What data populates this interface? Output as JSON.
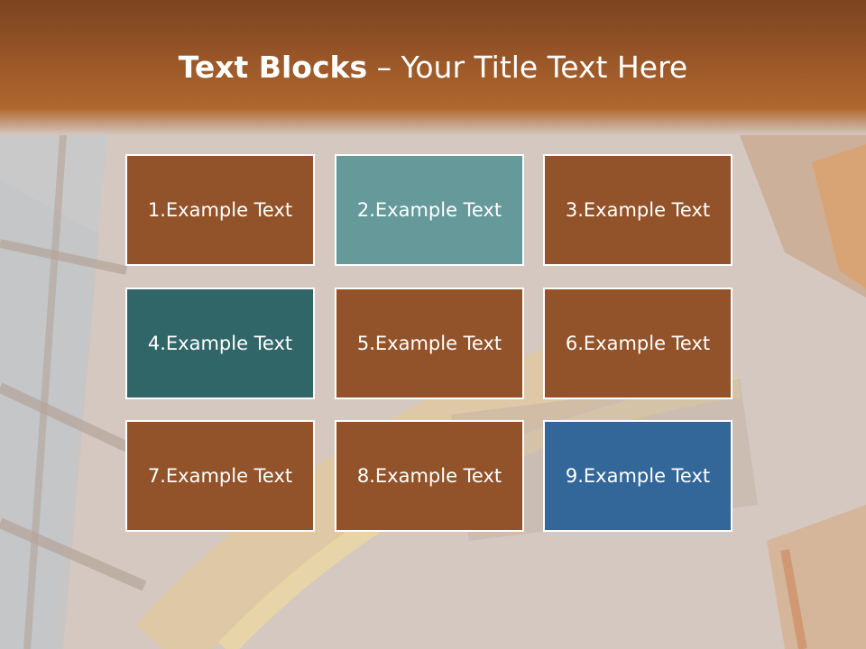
{
  "slide": {
    "title_bold": "Text Blocks",
    "title_dash": " – ",
    "title_rest": "Your Title Text Here"
  },
  "colors": {
    "title_bar": "#9a5728",
    "block_brown": "#93532a",
    "block_teal_light": "#65999a",
    "block_teal_dark": "#316669",
    "block_blue": "#33679a",
    "block_border": "#ffffff"
  },
  "blocks": [
    {
      "label": "1.Example Text",
      "color": "#93532a"
    },
    {
      "label": "2.Example Text",
      "color": "#65999a"
    },
    {
      "label": "3.Example Text",
      "color": "#93532a"
    },
    {
      "label": "4.Example Text",
      "color": "#316669"
    },
    {
      "label": "5.Example Text",
      "color": "#93532a"
    },
    {
      "label": "6.Example Text",
      "color": "#93532a"
    },
    {
      "label": "7.Example Text",
      "color": "#93532a"
    },
    {
      "label": "8.Example Text",
      "color": "#93532a"
    },
    {
      "label": "9.Example Text",
      "color": "#33679a"
    }
  ]
}
